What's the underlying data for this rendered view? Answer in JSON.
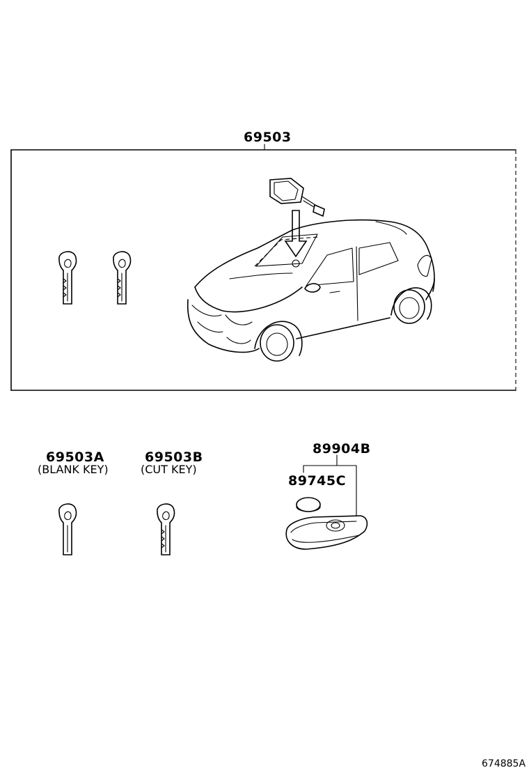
{
  "assembly": {
    "part_number": "69503"
  },
  "parts": {
    "blank_key": {
      "part_number": "69503A",
      "description": "(BLANK KEY)"
    },
    "cut_key": {
      "part_number": "69503B",
      "description": "(CUT KEY)"
    },
    "transmitter": {
      "part_number": "89904B"
    },
    "battery": {
      "part_number": "89745C"
    }
  },
  "figure_id": "674885A"
}
